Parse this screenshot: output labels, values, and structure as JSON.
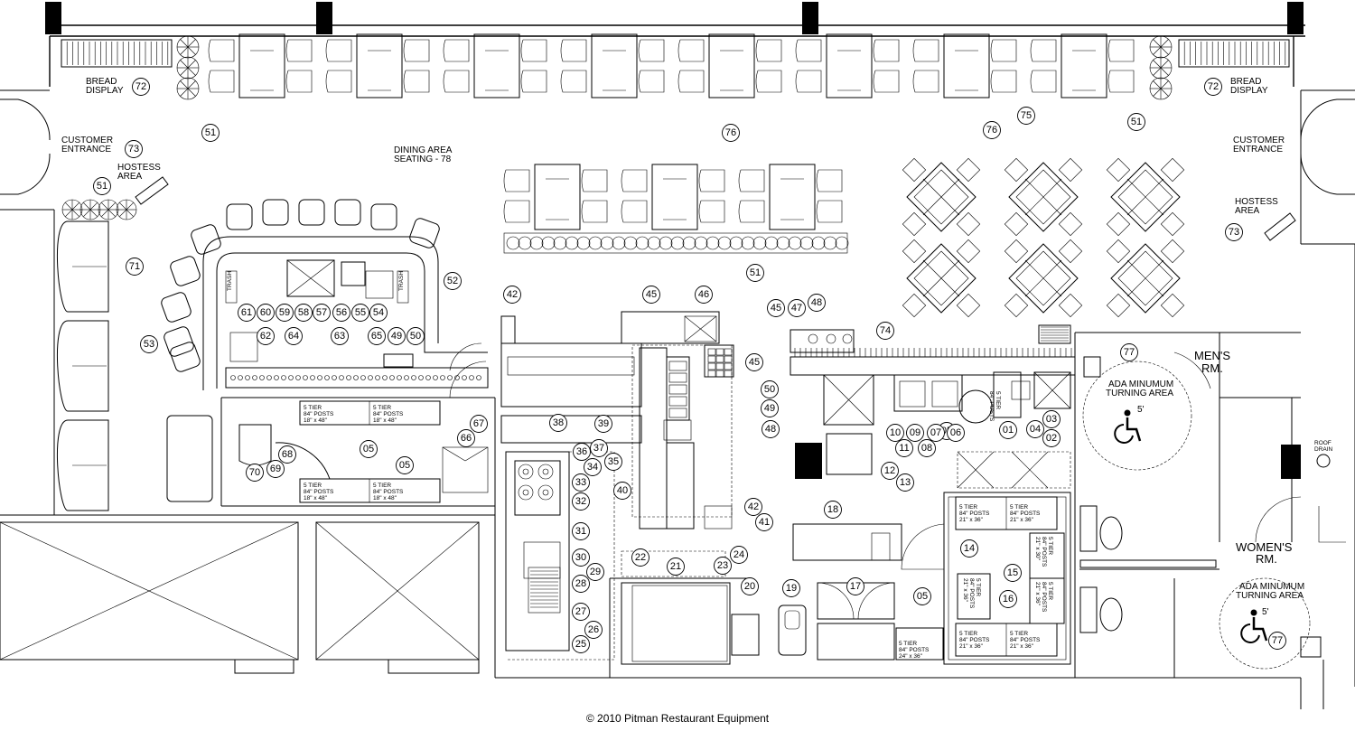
{
  "labels": {
    "bread_display_left": [
      "BREAD",
      "DISPLAY"
    ],
    "bread_display_right": [
      "BREAD",
      "DISPLAY"
    ],
    "customer_entrance_left": [
      "CUSTOMER",
      "ENTRANCE"
    ],
    "customer_entrance_right": [
      "CUSTOMER",
      "ENTRANCE"
    ],
    "hostess_area_left": [
      "HOSTESS",
      "AREA"
    ],
    "hostess_area_right": [
      "HOSTESS",
      "AREA"
    ],
    "dining_area": [
      "DINING AREA",
      "SEATING - 78"
    ],
    "mens_room": [
      "MEN'S",
      "RM."
    ],
    "womens_room": [
      "WOMEN'S",
      "RM."
    ],
    "ada_mens": [
      "ADA MINUMUM",
      "TURNING AREA"
    ],
    "ada_womens": [
      "ADA MINUMUM",
      "TURNING AREA"
    ],
    "roof_drain": [
      "ROOF",
      "DRAIN"
    ],
    "trash": "TRASH",
    "five_foot": "5'"
  },
  "shelving": {
    "s18x48": [
      "5 TIER",
      "84\" POSTS",
      "18\" x 48\""
    ],
    "s21x36": [
      "5 TIER",
      "84\" POSTS",
      "21\" x 36\""
    ],
    "s21x30": [
      "5 TIER",
      "84\" POSTS",
      "21\" x 30\""
    ],
    "s24x36": [
      "5 TIER",
      "84\" POSTS",
      "24\" x 36\""
    ],
    "s84": [
      "5 TIER",
      "84\" POSTS"
    ]
  },
  "item_numbers": [
    "01",
    "02",
    "03",
    "04",
    "05",
    "06",
    "07",
    "08",
    "09",
    "10",
    "11",
    "12",
    "13",
    "14",
    "15",
    "16",
    "17",
    "18",
    "19",
    "20",
    "21",
    "22",
    "23",
    "24",
    "25",
    "26",
    "27",
    "28",
    "29",
    "30",
    "31",
    "32",
    "33",
    "34",
    "35",
    "36",
    "37",
    "38",
    "39",
    "40",
    "41",
    "42",
    "45",
    "46",
    "47",
    "48",
    "49",
    "50",
    "51",
    "52",
    "53",
    "54",
    "55",
    "56",
    "57",
    "58",
    "59",
    "60",
    "61",
    "62",
    "63",
    "64",
    "65",
    "66",
    "67",
    "68",
    "69",
    "70",
    "71",
    "72",
    "73",
    "74",
    "75",
    "76",
    "77"
  ],
  "copyright": "© 2010 Pitman Restaurant Equipment"
}
